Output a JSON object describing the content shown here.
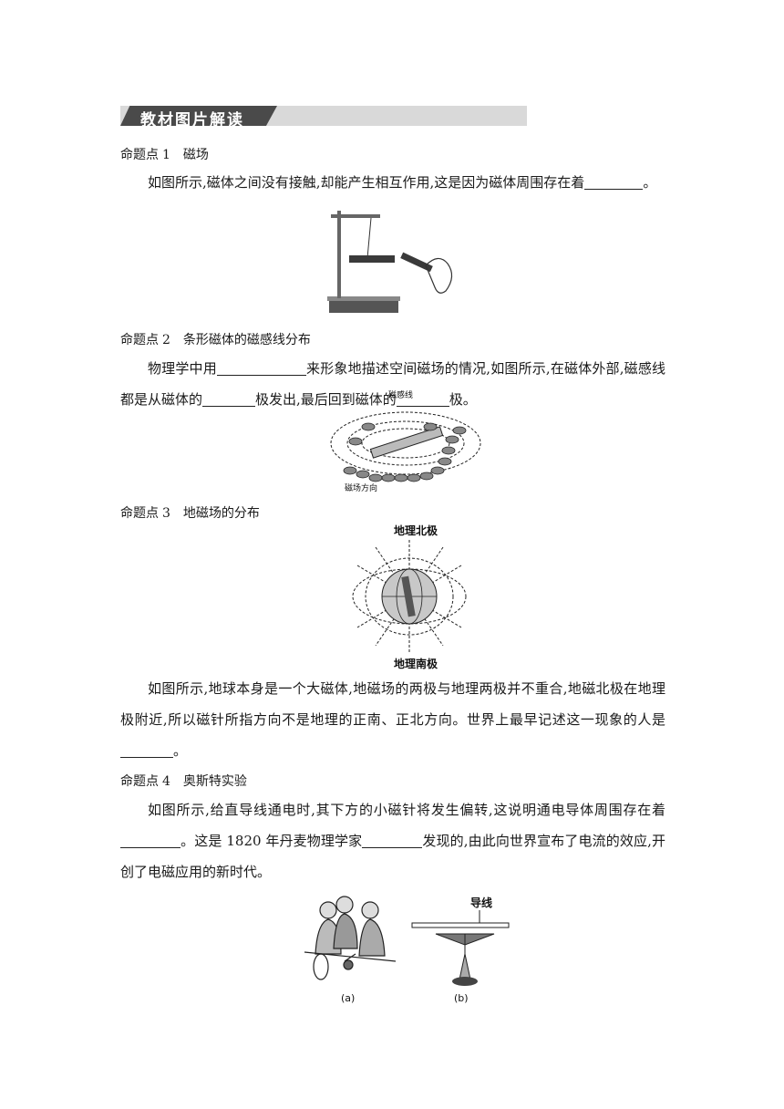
{
  "section_banner": "教材图片解读",
  "topic1": {
    "label": "命题点",
    "num": "1",
    "title": "磁场",
    "text_before": "如图所示,磁体之间没有接触,却能产生相互作用,这是因为磁体周围存在着",
    "text_after": "。"
  },
  "topic2": {
    "label": "命题点",
    "num": "2",
    "title": "条形磁体的磁感线分布",
    "text_a": "物理学中用",
    "text_b": "来形象地描述空间磁场的情况,如图所示,在磁体外部,磁感线都是从磁体的",
    "text_c": "极发出,最后回到磁体的",
    "text_d": "极。",
    "fig_label_top": "磁感线",
    "fig_label_bottom": "磁场方向"
  },
  "topic3": {
    "label": "命题点",
    "num": "3",
    "title": "地磁场的分布",
    "fig_label_north": "地理北极",
    "fig_label_south": "地理南极",
    "text_before": "如图所示,地球本身是一个大磁体,地磁场的两极与地理两极并不重合,地磁北极在地理极附近,所以磁针所指方向不是地理的正南、正北方向。世界上最早记述这一现象的人是",
    "text_after": "。"
  },
  "topic4": {
    "label": "命题点",
    "num": "4",
    "title": "奥斯特实验",
    "text_a": "如图所示,给直导线通电时,其下方的小磁针将发生偏转,这说明通电导体周围存在着",
    "text_b": "。这是 1820 年丹麦物理学家",
    "text_c": "发现的,由此向世界宣布了电流的效应,开创了电磁应用的新时代。",
    "fig_label_wire": "导线",
    "fig_caption_a": "(a)",
    "fig_caption_b": "(b)"
  }
}
